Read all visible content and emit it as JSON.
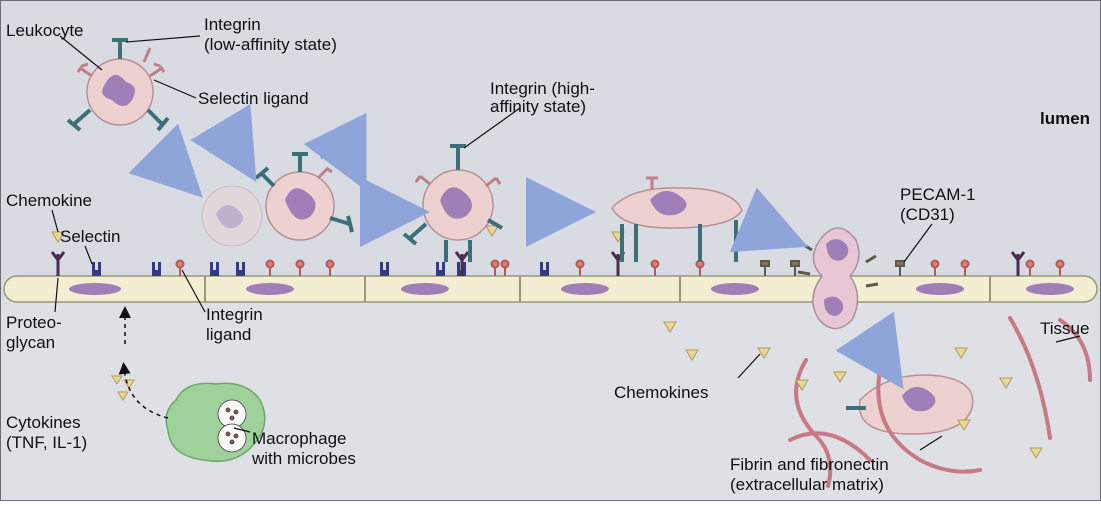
{
  "labels": {
    "leukocyte": "Leukocyte",
    "integrin_low_1": "Integrin",
    "integrin_low_2": "(low-affinity state)",
    "selectin_ligand": "Selectin ligand",
    "integrin_high_1": "Integrin (high-",
    "integrin_high_2": "affinity state)",
    "lumen": "lumen",
    "chemokine": "Chemokine",
    "selectin": "Selectin",
    "pecam_1": "PECAM-1",
    "pecam_2": "(CD31)",
    "proteoglycan_1": "Proteo-",
    "proteoglycan_2": "glycan",
    "integrin_ligand_1": "Integrin",
    "integrin_ligand_2": "ligand",
    "tissue": "Tissue",
    "chemokines": "Chemokines",
    "cytokines_1": "Cytokines",
    "cytokines_2": "(TNF, IL-1)",
    "macrophage_1": "Macrophage",
    "macrophage_2": "with microbes",
    "fibrin_1": "Fibrin and fibronectin",
    "fibrin_2": "(extracellular matrix)"
  },
  "colors": {
    "lumen_bg": "#d9dbe3",
    "endothelium": "#f3eed2",
    "endothelium_edge": "#9a9778",
    "nucleus": "#a07fb8",
    "leukocyte_body": "#ecd1d0",
    "integrin": "#3d6f78",
    "selectin": "#343a8a",
    "ligand": "#c07f86",
    "chemokine": "#e8d79a",
    "arrow": "#8fa4d8",
    "macrophage": "#9fd29a",
    "fibrin": "#c77a86"
  }
}
